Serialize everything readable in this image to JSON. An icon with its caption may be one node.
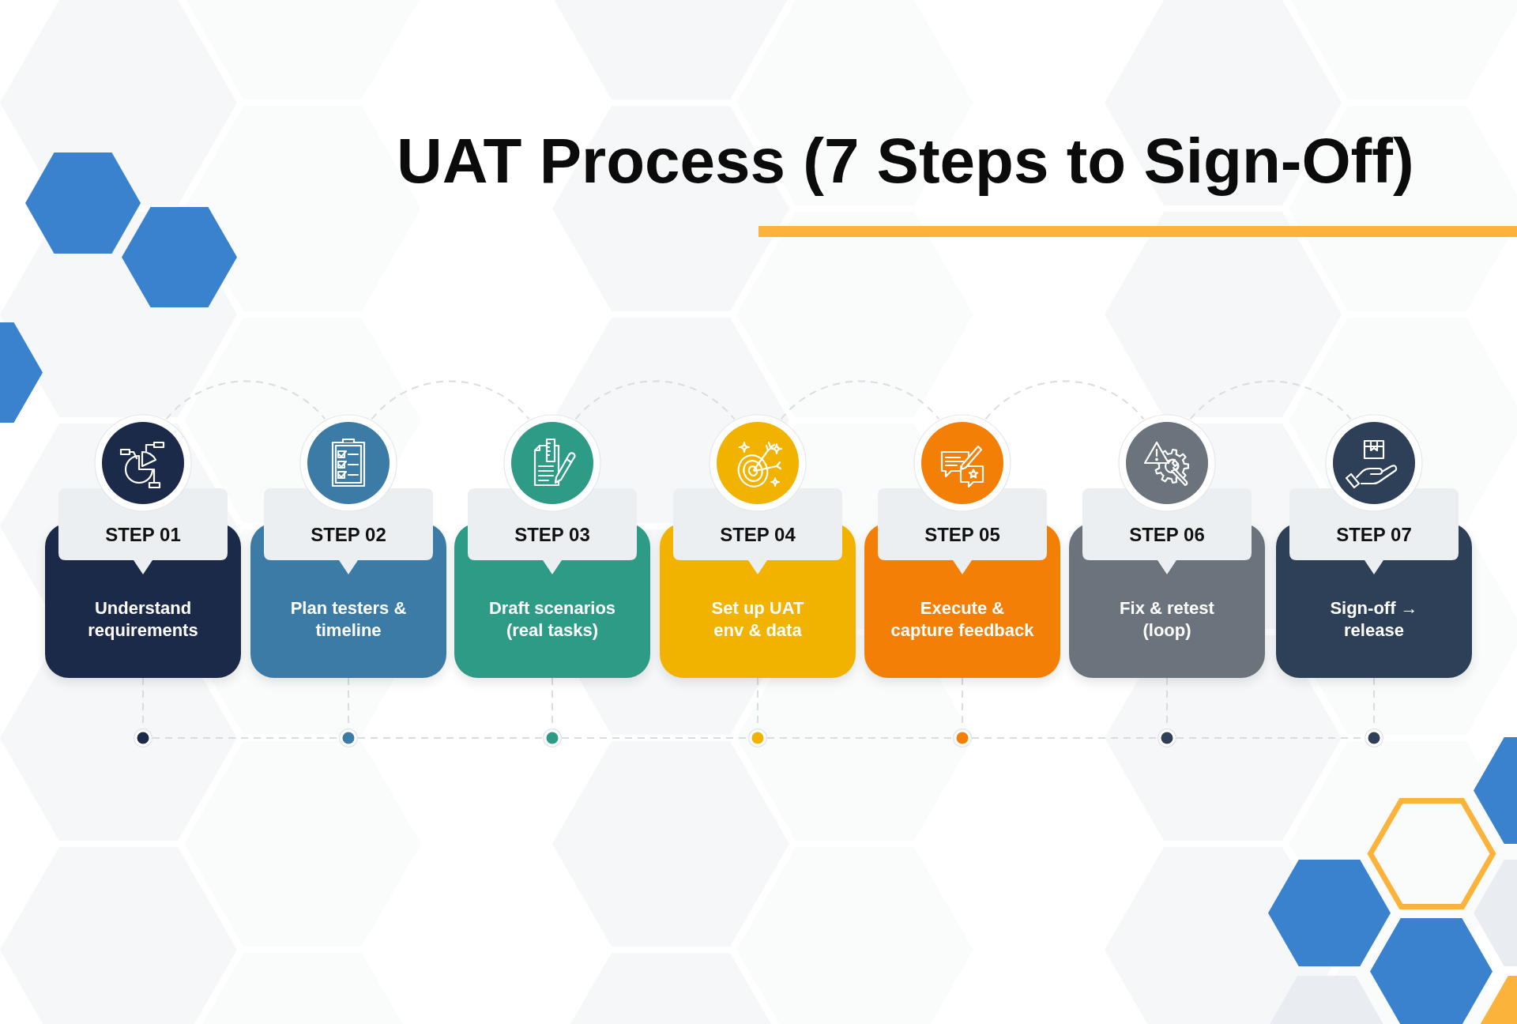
{
  "diagram": {
    "title": "UAT Process (7 Steps to Sign-Off)",
    "nodes": [
      {
        "text": [
          "STEP 01",
          "Understand requirements"
        ]
      },
      {
        "text": [
          "STEP 02",
          "Plan testers & timeline"
        ]
      },
      {
        "text": [
          "STEP 03",
          "Draft scenarios (real tasks)"
        ]
      },
      {
        "text": [
          "STEP 04",
          "Set up UAT env & data"
        ]
      },
      {
        "text": [
          "STEP 05",
          "Execute & capture feedback"
        ]
      },
      {
        "text": [
          "STEP 06",
          "Fix & retest (loop)"
        ]
      },
      {
        "text": [
          "STEP 07",
          "Sign-off → release"
        ]
      },
      {
        "text": [],
        "shape": "circle"
      },
      {
        "text": [],
        "shape": "circle"
      },
      {
        "text": [],
        "shape": "circle"
      },
      {
        "text": [],
        "shape": "circle"
      },
      {
        "text": [],
        "shape": "circle"
      },
      {
        "text": [],
        "shape": "circle"
      },
      {
        "text": [],
        "shape": "circle"
      }
    ],
    "edges": [
      {
        "from": 0,
        "to": 1,
        "arrow": "none",
        "style": "dashed"
      },
      {
        "from": 1,
        "to": 2,
        "arrow": "none",
        "style": "dashed"
      },
      {
        "from": 2,
        "to": 3,
        "arrow": "none",
        "style": "dashed"
      },
      {
        "from": 3,
        "to": 4,
        "arrow": "none",
        "style": "dashed"
      },
      {
        "from": 4,
        "to": 5,
        "arrow": "none",
        "style": "dashed"
      },
      {
        "from": 5,
        "to": 6,
        "arrow": "none",
        "style": "dashed"
      },
      {
        "from": 0,
        "to": 7,
        "arrow": "none",
        "style": "dashed"
      },
      {
        "from": 1,
        "to": 8,
        "arrow": "none",
        "style": "dashed"
      },
      {
        "from": 2,
        "to": 9,
        "arrow": "none",
        "style": "dashed"
      },
      {
        "from": 3,
        "to": 10,
        "arrow": "none",
        "style": "dashed"
      },
      {
        "from": 4,
        "to": 11,
        "arrow": "none",
        "style": "dashed"
      },
      {
        "from": 5,
        "to": 12,
        "arrow": "none",
        "style": "dashed"
      },
      {
        "from": 6,
        "to": 13,
        "arrow": "none",
        "style": "dashed"
      },
      {
        "from": 7,
        "to": 8,
        "arrow": "none",
        "style": "dashed"
      },
      {
        "from": 8,
        "to": 9,
        "arrow": "none",
        "style": "dashed"
      },
      {
        "from": 9,
        "to": 10,
        "arrow": "none",
        "style": "dashed"
      },
      {
        "from": 10,
        "to": 11,
        "arrow": "none",
        "style": "dashed"
      },
      {
        "from": 11,
        "to": 12,
        "arrow": "none",
        "style": "dashed"
      },
      {
        "from": 12,
        "to": 13,
        "arrow": "none",
        "style": "dashed"
      }
    ]
  }
}
